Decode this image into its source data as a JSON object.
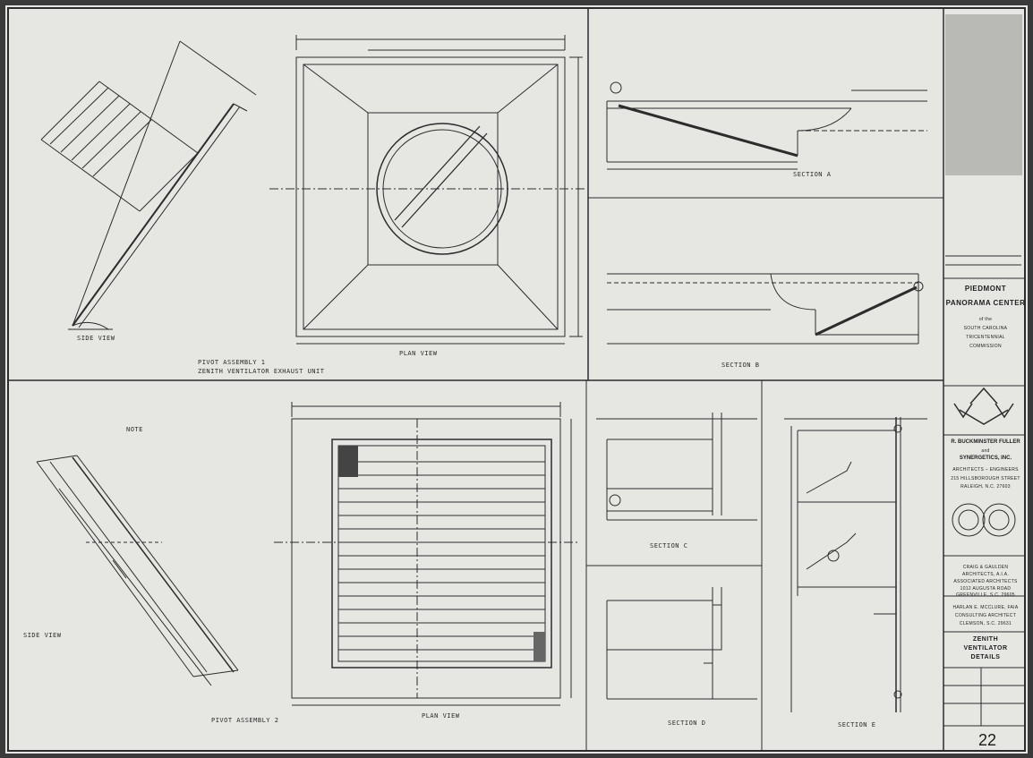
{
  "drawing_labels": {
    "pivot_assembly": "PIVOT ASSEMBLY 1",
    "pivot_assembly_sub": "ZENITH VENTILATOR EXHAUST UNIT",
    "side_view_top": "SIDE VIEW",
    "plan_view_top": "PLAN VIEW",
    "section_a": "SECTION A",
    "section_b": "SECTION B",
    "side_view_bottom": "SIDE VIEW",
    "plan_view_bottom": "PLAN VIEW",
    "pivot_assembly_2": "PIVOT ASSEMBLY 2",
    "section_c": "SECTION C",
    "section_d": "SECTION D",
    "section_e": "SECTION E",
    "note": "NOTE"
  },
  "title_block": {
    "project_line1": "PIEDMONT",
    "project_line2": "PANORAMA CENTER",
    "project_line3": "of the",
    "project_line4": "SOUTH CAROLINA",
    "project_line5": "TRICENTENNIAL",
    "project_line6": "COMMISSION",
    "firm_name1": "R. BUCKMINSTER FULLER",
    "firm_name2": "and",
    "firm_name3": "SYNERGETICS, INC.",
    "firm_role": "ARCHITECTS – ENGINEERS",
    "firm_address1": "215 HILLSBOROUGH STREET",
    "firm_address2": "RALEIGH, N.C. 27603",
    "assoc_name1": "CRAIG & GAULDEN",
    "assoc_name2": "ARCHITECTS, A.I.A.",
    "assoc_role": "ASSOCIATED ARCHITECTS",
    "assoc_address1": "1012 AUGUSTA ROAD",
    "assoc_address2": "GREENVILLE, S.C. 29605",
    "consult_name": "HARLAN E. MCCLURE, FAIA",
    "consult_role": "CONSULTING ARCHITECT",
    "consult_address": "CLEMSON, S.C. 29631",
    "sheet_title1": "ZENITH",
    "sheet_title2": "VENTILATOR",
    "sheet_title3": "DETAILS",
    "sheet_number": "22"
  },
  "colors": {
    "paper": "#e6e7e2",
    "ink": "#2a2a2a",
    "border": "#3a3a3a"
  }
}
